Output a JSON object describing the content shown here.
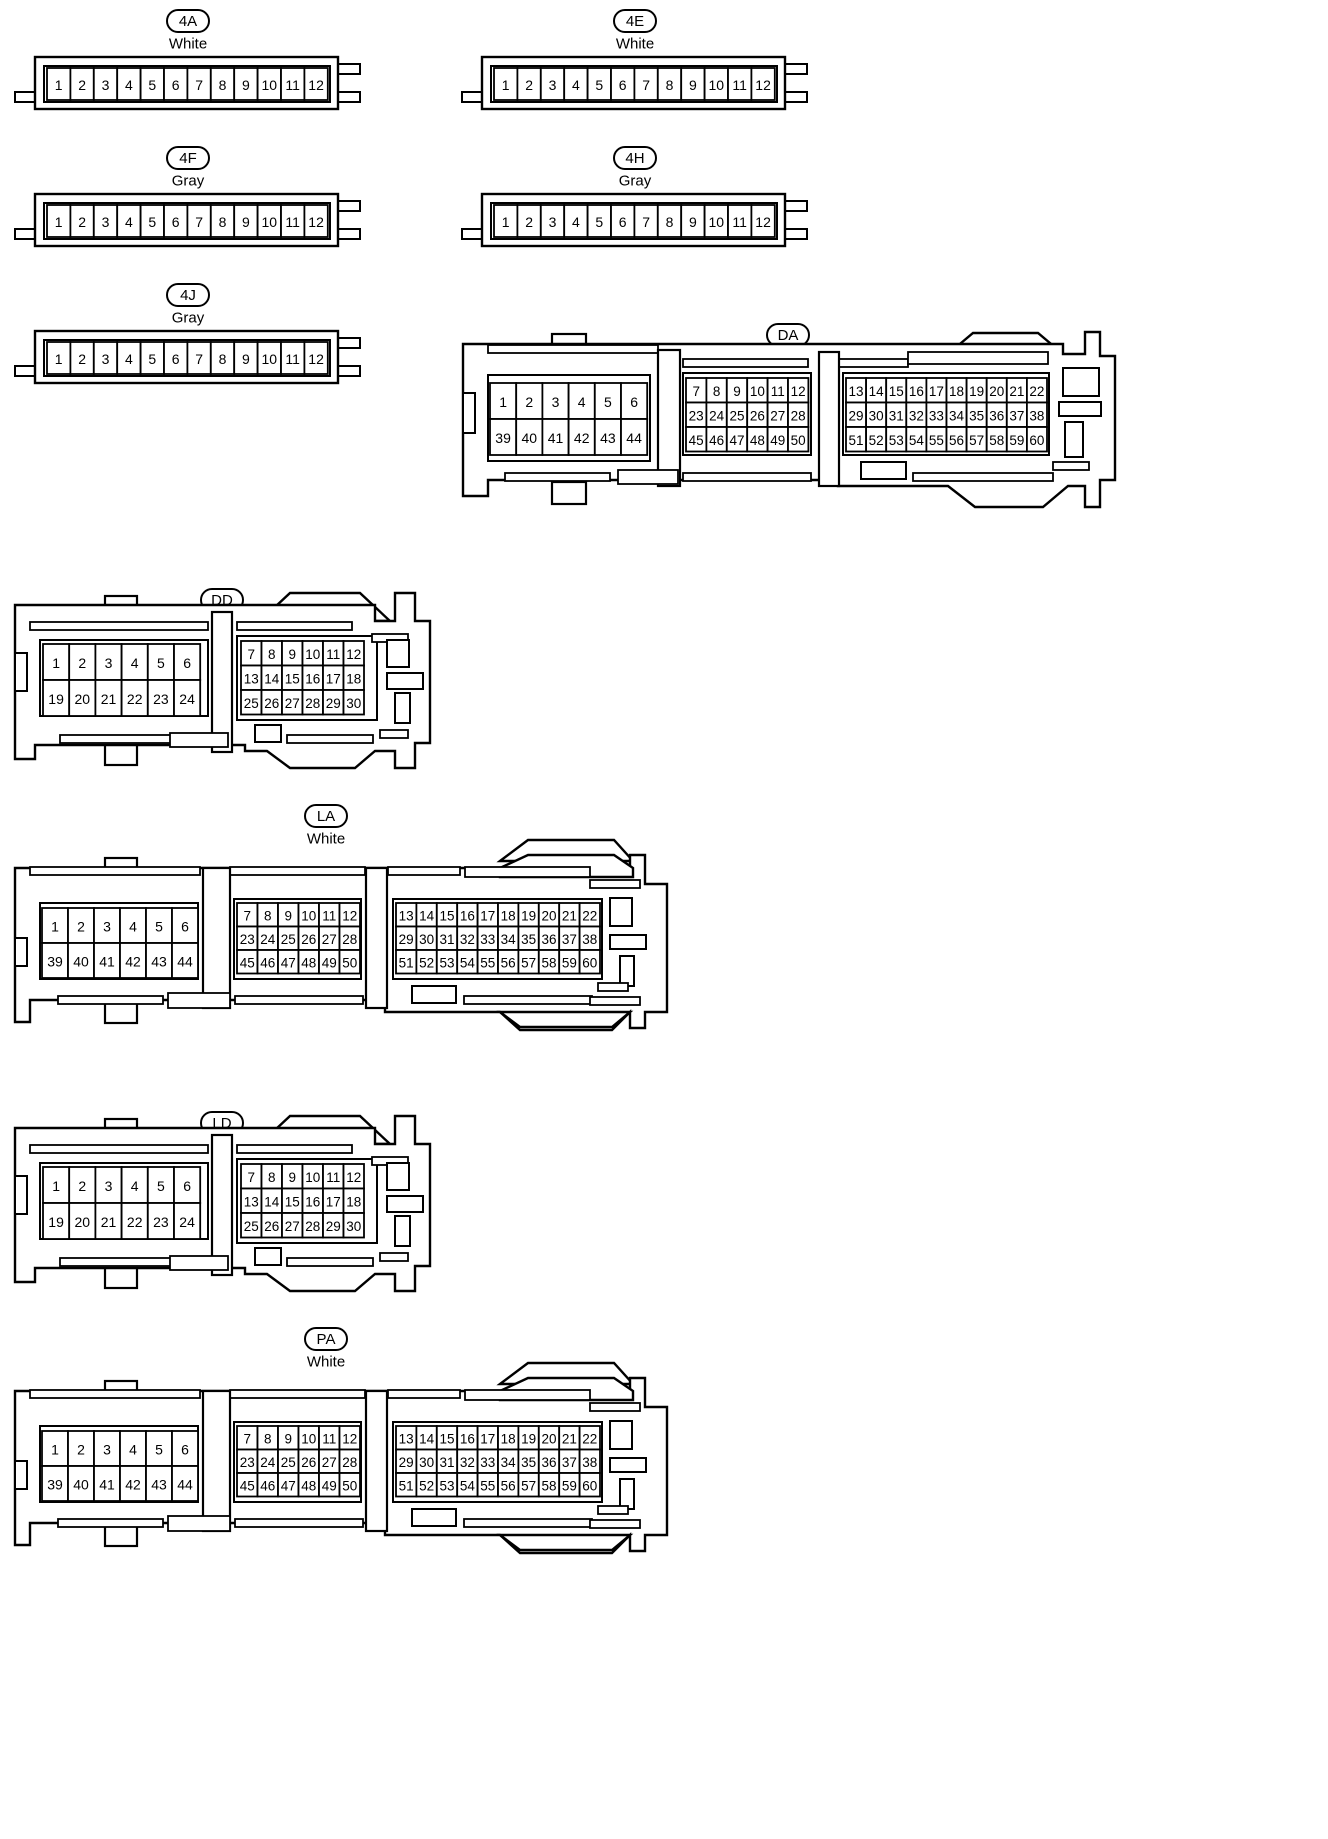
{
  "connectors": [
    {
      "code": "4A",
      "color": "White",
      "type": "strip",
      "rows": [
        [
          "1",
          "2",
          "3",
          "4",
          "5",
          "6",
          "7",
          "8",
          "9",
          "10",
          "11",
          "12"
        ]
      ]
    },
    {
      "code": "4E",
      "color": "White",
      "type": "strip",
      "rows": [
        [
          "1",
          "2",
          "3",
          "4",
          "5",
          "6",
          "7",
          "8",
          "9",
          "10",
          "11",
          "12"
        ]
      ]
    },
    {
      "code": "4F",
      "color": "Gray",
      "type": "strip",
      "rows": [
        [
          "1",
          "2",
          "3",
          "4",
          "5",
          "6",
          "7",
          "8",
          "9",
          "10",
          "11",
          "12"
        ]
      ]
    },
    {
      "code": "4H",
      "color": "Gray",
      "type": "strip",
      "rows": [
        [
          "1",
          "2",
          "3",
          "4",
          "5",
          "6",
          "7",
          "8",
          "9",
          "10",
          "11",
          "12"
        ]
      ]
    },
    {
      "code": "4J",
      "color": "Gray",
      "type": "strip",
      "rows": [
        [
          "1",
          "2",
          "3",
          "4",
          "5",
          "6",
          "7",
          "8",
          "9",
          "10",
          "11",
          "12"
        ]
      ]
    },
    {
      "code": "DA",
      "color": "White",
      "type": "large",
      "blocks": [
        {
          "rows": [
            [
              "1",
              "2",
              "3",
              "4",
              "5",
              "6"
            ],
            [
              "39",
              "40",
              "41",
              "42",
              "43",
              "44"
            ]
          ]
        },
        {
          "rows": [
            [
              "7",
              "8",
              "9",
              "10",
              "11",
              "12"
            ],
            [
              "23",
              "24",
              "25",
              "26",
              "27",
              "28"
            ],
            [
              "45",
              "46",
              "47",
              "48",
              "49",
              "50"
            ]
          ]
        },
        {
          "rows": [
            [
              "13",
              "14",
              "15",
              "16",
              "17",
              "18",
              "19",
              "20",
              "21",
              "22"
            ],
            [
              "29",
              "30",
              "31",
              "32",
              "33",
              "34",
              "35",
              "36",
              "37",
              "38"
            ],
            [
              "51",
              "52",
              "53",
              "54",
              "55",
              "56",
              "57",
              "58",
              "59",
              "60"
            ]
          ]
        }
      ]
    },
    {
      "code": "DD",
      "color": "Gray",
      "type": "medium",
      "blocks": [
        {
          "rows": [
            [
              "1",
              "2",
              "3",
              "4",
              "5",
              "6"
            ],
            [
              "19",
              "20",
              "21",
              "22",
              "23",
              "24"
            ]
          ]
        },
        {
          "rows": [
            [
              "7",
              "8",
              "9",
              "10",
              "11",
              "12"
            ],
            [
              "13",
              "14",
              "15",
              "16",
              "17",
              "18"
            ],
            [
              "25",
              "26",
              "27",
              "28",
              "29",
              "30"
            ]
          ]
        }
      ]
    },
    {
      "code": "LA",
      "color": "White",
      "type": "large",
      "blocks": [
        {
          "rows": [
            [
              "1",
              "2",
              "3",
              "4",
              "5",
              "6"
            ],
            [
              "39",
              "40",
              "41",
              "42",
              "43",
              "44"
            ]
          ]
        },
        {
          "rows": [
            [
              "7",
              "8",
              "9",
              "10",
              "11",
              "12"
            ],
            [
              "23",
              "24",
              "25",
              "26",
              "27",
              "28"
            ],
            [
              "45",
              "46",
              "47",
              "48",
              "49",
              "50"
            ]
          ]
        },
        {
          "rows": [
            [
              "13",
              "14",
              "15",
              "16",
              "17",
              "18",
              "19",
              "20",
              "21",
              "22"
            ],
            [
              "29",
              "30",
              "31",
              "32",
              "33",
              "34",
              "35",
              "36",
              "37",
              "38"
            ],
            [
              "51",
              "52",
              "53",
              "54",
              "55",
              "56",
              "57",
              "58",
              "59",
              "60"
            ]
          ]
        }
      ]
    },
    {
      "code": "LD",
      "color": "Gray",
      "type": "medium",
      "blocks": [
        {
          "rows": [
            [
              "1",
              "2",
              "3",
              "4",
              "5",
              "6"
            ],
            [
              "19",
              "20",
              "21",
              "22",
              "23",
              "24"
            ]
          ]
        },
        {
          "rows": [
            [
              "7",
              "8",
              "9",
              "10",
              "11",
              "12"
            ],
            [
              "13",
              "14",
              "15",
              "16",
              "17",
              "18"
            ],
            [
              "25",
              "26",
              "27",
              "28",
              "29",
              "30"
            ]
          ]
        }
      ]
    },
    {
      "code": "PA",
      "color": "White",
      "type": "large",
      "blocks": [
        {
          "rows": [
            [
              "1",
              "2",
              "3",
              "4",
              "5",
              "6"
            ],
            [
              "39",
              "40",
              "41",
              "42",
              "43",
              "44"
            ]
          ]
        },
        {
          "rows": [
            [
              "7",
              "8",
              "9",
              "10",
              "11",
              "12"
            ],
            [
              "23",
              "24",
              "25",
              "26",
              "27",
              "28"
            ],
            [
              "45",
              "46",
              "47",
              "48",
              "49",
              "50"
            ]
          ]
        },
        {
          "rows": [
            [
              "13",
              "14",
              "15",
              "16",
              "17",
              "18",
              "19",
              "20",
              "21",
              "22"
            ],
            [
              "29",
              "30",
              "31",
              "32",
              "33",
              "34",
              "35",
              "36",
              "37",
              "38"
            ],
            [
              "51",
              "52",
              "53",
              "54",
              "55",
              "56",
              "57",
              "58",
              "59",
              "60"
            ]
          ]
        }
      ]
    }
  ]
}
